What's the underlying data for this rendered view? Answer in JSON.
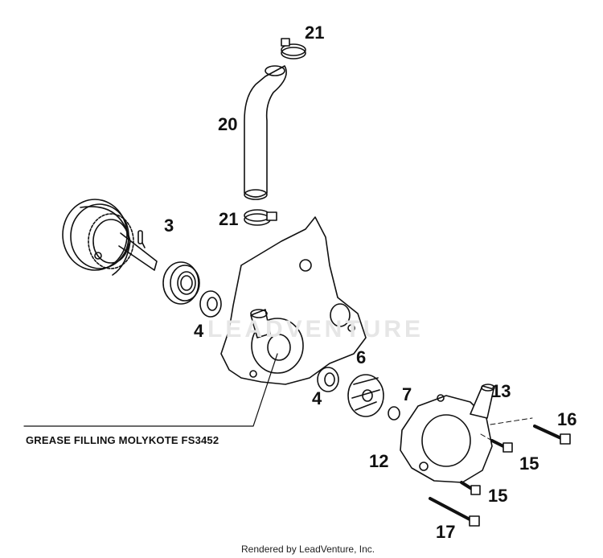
{
  "labels": {
    "p21_top": "21",
    "p20": "20",
    "p21_bottom": "21",
    "p3": "3",
    "p4_left": "4",
    "p6": "6",
    "p4_right": "4",
    "p7": "7",
    "p13": "13",
    "p16": "16",
    "p12": "12",
    "p15_upper": "15",
    "p15_lower": "15",
    "p17": "17"
  },
  "note": "GREASE FILLING MOLYKOTE FS3452",
  "watermark": "LEADVENTURE",
  "footer": "Rendered by LeadVenture, Inc."
}
